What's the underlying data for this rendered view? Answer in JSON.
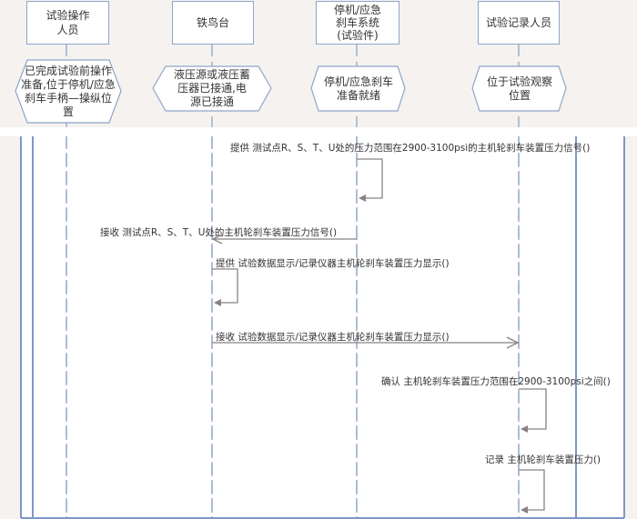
{
  "lifelines": [
    {
      "title": "试验操作\n人员",
      "state": "已完成试验前操作准备,位于停机/应急刹车手柄—操纵位置"
    },
    {
      "title": "铁鸟台",
      "state": "液压源或液压蓄压器已接通,电源已接通"
    },
    {
      "title": "停机/应急\n刹车系统\n(试验件)",
      "state": "停机/应急刹车准备就绪"
    },
    {
      "title": "试验记录人员",
      "state": "位于试验观察位置"
    }
  ],
  "messages": [
    {
      "label": "提供 测试点R、S、T、U处的压力范围在2900-3100psi的主机轮刹车装置压力信号()"
    },
    {
      "label": "接收 测试点R、S、T、U处的主机轮刹车装置压力信号()"
    },
    {
      "label": "提供 试验数据显示/记录仪器主机轮刹车装置压力显示()"
    },
    {
      "label": "接收 试验数据显示/记录仪器主机轮刹车装置压力显示()"
    },
    {
      "label": "确认 主机轮刹车装置压力范围在2900-3100psi之间()"
    },
    {
      "label": "记录 主机轮刹车装置压力()"
    }
  ],
  "colors": {
    "frame": "#7f98c4",
    "lifeline": "#8fa5c8",
    "arrow": "#8a8282",
    "band": "#f5f2f0"
  }
}
